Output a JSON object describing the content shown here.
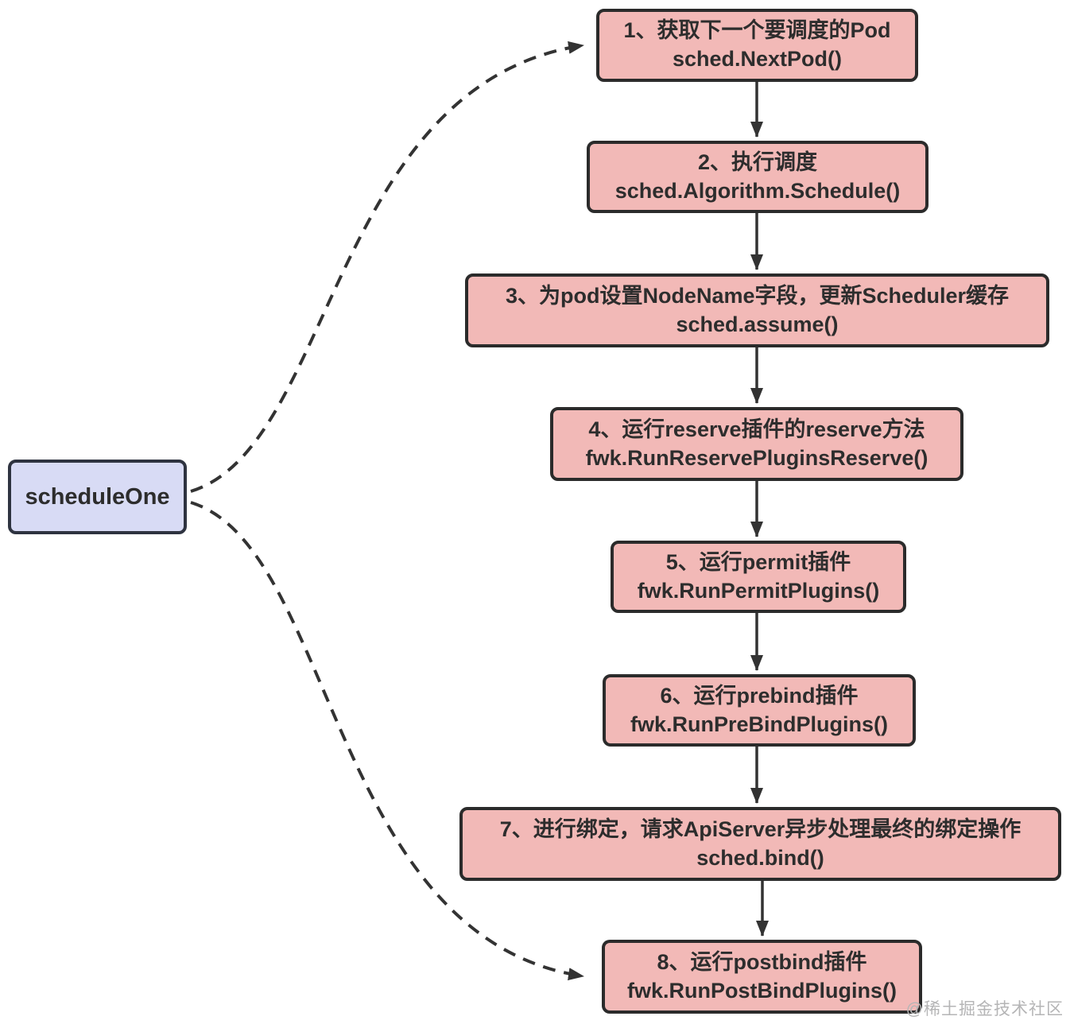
{
  "root": {
    "label": "scheduleOne"
  },
  "steps": [
    {
      "title": "1、获取下一个要调度的Pod",
      "code": "sched.NextPod()"
    },
    {
      "title": "2、执行调度",
      "code": "sched.Algorithm.Schedule()"
    },
    {
      "title": "3、为pod设置NodeName字段，更新Scheduler缓存",
      "code": "sched.assume()"
    },
    {
      "title": "4、运行reserve插件的reserve方法",
      "code": "fwk.RunReservePluginsReserve()"
    },
    {
      "title": "5、运行permit插件",
      "code": "fwk.RunPermitPlugins()"
    },
    {
      "title": "6、运行prebind插件",
      "code": "fwk.RunPreBindPlugins()"
    },
    {
      "title": "7、进行绑定，请求ApiServer异步处理最终的绑定操作",
      "code": "sched.bind()"
    },
    {
      "title": "8、运行postbind插件",
      "code": "fwk.RunPostBindPlugins()"
    }
  ],
  "watermark": "@稀土掘金技术社区",
  "colors": {
    "step_fill": "#f2b9b7",
    "step_border": "#2b2b2b",
    "root_fill": "#d8dbf5",
    "root_border": "#2e3340",
    "arrow": "#333333",
    "text": "#2d2d2d",
    "watermark": "#b5b5b6"
  }
}
